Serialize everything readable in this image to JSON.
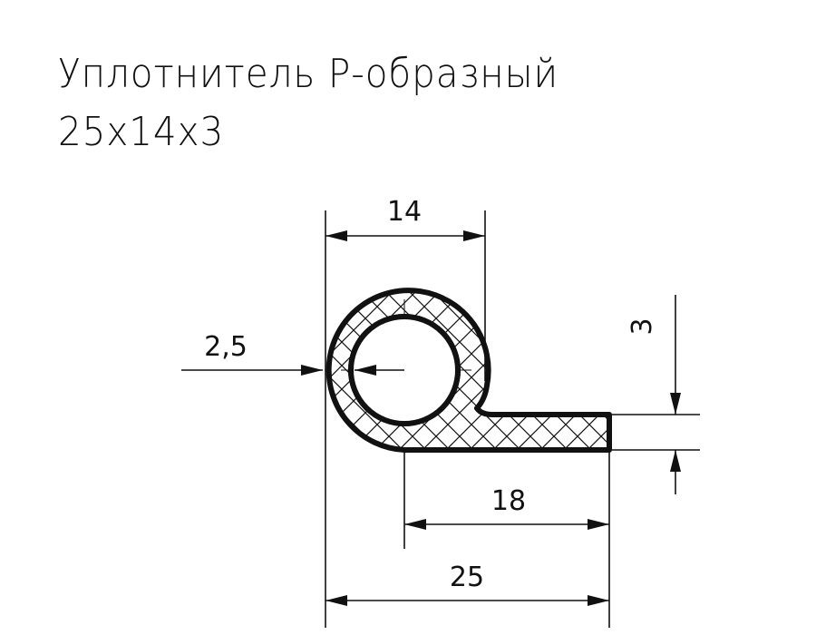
{
  "title": {
    "line1": "Уплотнитель Р-образный",
    "line2": "25x14x3"
  },
  "dimensions": {
    "width_top": "14",
    "wall": "2,5",
    "thickness": "3",
    "tail": "18",
    "total": "25"
  },
  "colors": {
    "stroke": "#111111",
    "background": "#ffffff"
  }
}
